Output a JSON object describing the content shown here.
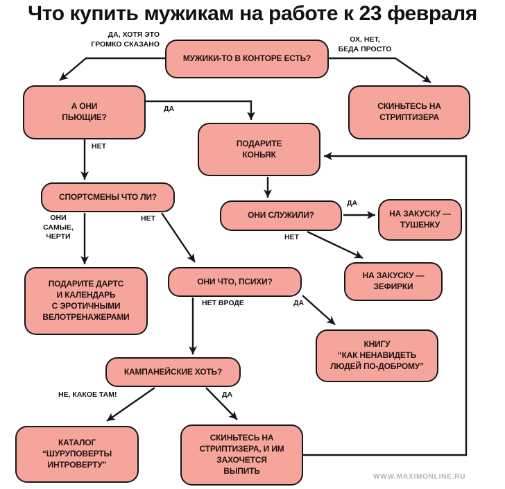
{
  "title": "Что купить мужикам на работе к 23 февраля",
  "watermark": "WWW.MAXIMONLINE.RU",
  "colors": {
    "box_fill": "#f5a59c",
    "box_border": "#161616",
    "box_text": "#201312",
    "label_text": "#111111",
    "arrow": "#161616",
    "watermark": "#b9b2af",
    "background": "#ffffff"
  },
  "nodes": {
    "exist": {
      "label": "МУЖИКИ-ТО В КОНТОРЕ ЕСТЬ?"
    },
    "drink": {
      "label": "А ОНИ\nПЬЮЩИЕ?"
    },
    "stripper1": {
      "label": "СКИНЬТЕСЬ НА\nСТРИПТИЗЕРА"
    },
    "cognac": {
      "label": "ПОДАРИТЕ\nКОНЬЯК"
    },
    "army": {
      "label": "ОНИ СЛУЖИЛИ?"
    },
    "tushenka": {
      "label": "НА ЗАКУСКУ —\nТУШЕНКУ"
    },
    "zefirki": {
      "label": "НА ЗАКУСКУ —\nЗЕФИРКИ"
    },
    "sport": {
      "label": "СПОРТСМЕНЫ ЧТО ЛИ?"
    },
    "darts": {
      "label": "ПОДАРИТЕ ДАРТС\nИ КАЛЕНДАРЬ\nС ЭРОТИЧНЫМИ\nВЕЛОТРЕНАЖЕРАМИ"
    },
    "psycho": {
      "label": "ОНИ ЧТО, ПСИХИ?"
    },
    "book": {
      "label": "КНИГУ\n“КАК НЕНАВИДЕТЬ\nЛЮДЕЙ ПО-ДОБРОМУ”"
    },
    "company": {
      "label": "КАМПАНЕЙСКИЕ ХОТЬ?"
    },
    "catalog": {
      "label": "КАТАЛОГ\n“ШУРУПОВЕРТЫ\nИНТРОВЕРТУ”"
    },
    "stripper2": {
      "label": "СКИНЬТЕСЬ НА\nСТРИПТИЗЕРА, И ИМ\nЗАХОЧЕТСЯ\nВЫПИТЬ"
    }
  },
  "edge_labels": {
    "exist_yes": "ДА, ХОТЯ ЭТО\nГРОМКО СКАЗАНО",
    "exist_no": "ОХ, НЕТ,\nБЕДА ПРОСТО",
    "drink_yes": "ДА",
    "drink_no": "НЕТ",
    "army_yes": "ДА",
    "army_no": "НЕТ",
    "sport_yes": "ОНИ\nСАМЫЕ,\nЧЕРТИ",
    "sport_no": "НЕТ",
    "psycho_no": "НЕТ ВРОДЕ",
    "psycho_yes": "ДА",
    "company_no": "НЕ, КАКОЕ ТАМ!",
    "company_yes": "ДА"
  }
}
